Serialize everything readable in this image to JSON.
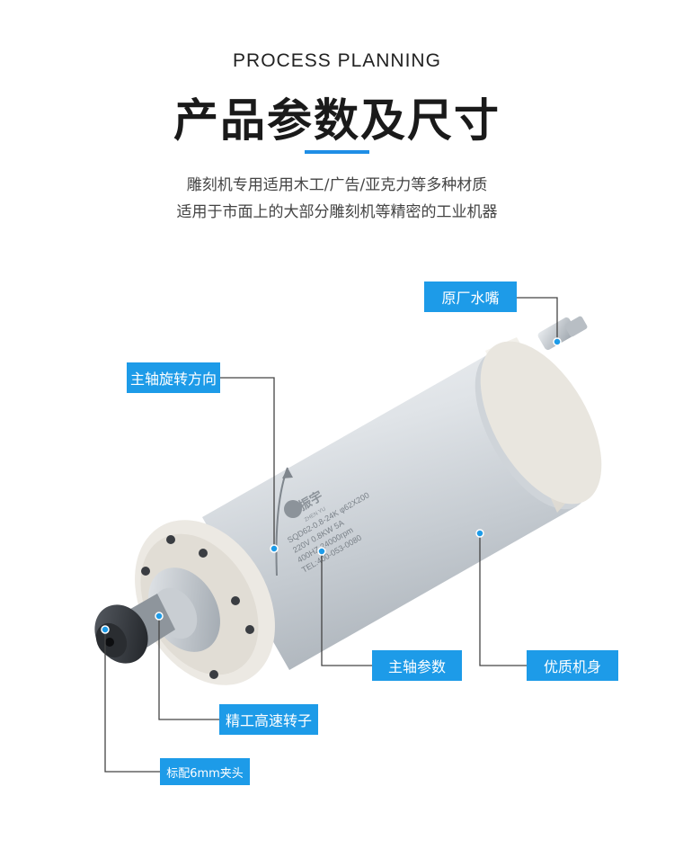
{
  "header": {
    "subtitle_en": "PROCESS PLANNING",
    "title_cn": "产品参数及尺寸",
    "desc_line1": "雕刻机专用适用木工/广告/亚克力等多种材质",
    "desc_line2": "适用于市面上的大部分雕刻机等精密的工业机器"
  },
  "product": {
    "brand_text": "振宇",
    "brand_sub": "ZHEN YU",
    "spec_lines": [
      "SQD62-0.8-24K φ62X200",
      "220V  0.8KW  5A",
      "400HZ   24000rpm",
      "TEL:400-053-0080"
    ]
  },
  "callouts": {
    "nozzle": "原厂水嘴",
    "rotation": "主轴旋转方向",
    "params": "主轴参数",
    "body": "优质机身",
    "rotor": "精工高速转子",
    "collet": "标配6mm夹头"
  },
  "colors": {
    "accent": "#1d9be8",
    "title_bar": "#1f8ee6"
  }
}
